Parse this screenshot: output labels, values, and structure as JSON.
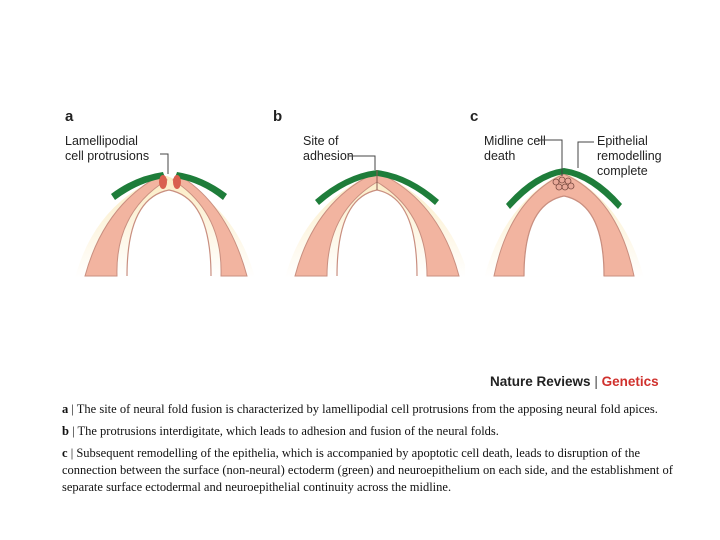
{
  "panels": [
    {
      "letter": "a",
      "labels": [
        "Lamellipodial",
        "cell protrusions"
      ]
    },
    {
      "letter": "b",
      "labels": [
        "Site of",
        "adhesion"
      ]
    },
    {
      "letter": "c",
      "labels": [
        "Midline cell",
        "death"
      ],
      "labels2": [
        "Epithelial",
        "remodelling",
        "complete"
      ]
    }
  ],
  "credit": {
    "source": "Nature Reviews",
    "separator": "|",
    "journal": "Genetics"
  },
  "caption": [
    {
      "letter": "a",
      "sep": " | ",
      "text": "The site of neural fold fusion is characterized by lamellipodial cell protrusions from the apposing neural fold apices."
    },
    {
      "letter": "b",
      "sep": " | ",
      "text": "The protrusions interdigitate, which leads to adhesion and fusion of the neural folds."
    },
    {
      "letter": "c",
      "sep": " | ",
      "text": "Subsequent remodelling of the epithelia, which is accompanied by apoptotic cell death, leads to disruption of the connection between the surface (non-neural) ectoderm (green) and neuroepithelium on each side, and the establishment of separate surface ectodermal and neuroepithelial continuity across the midline."
    }
  ],
  "colors": {
    "ectoderm": "#1e7d3a",
    "neuroepithelium": "#f2b4a0",
    "mesenchyme": "#f8e7b8",
    "protrusion": "#d9604f"
  }
}
